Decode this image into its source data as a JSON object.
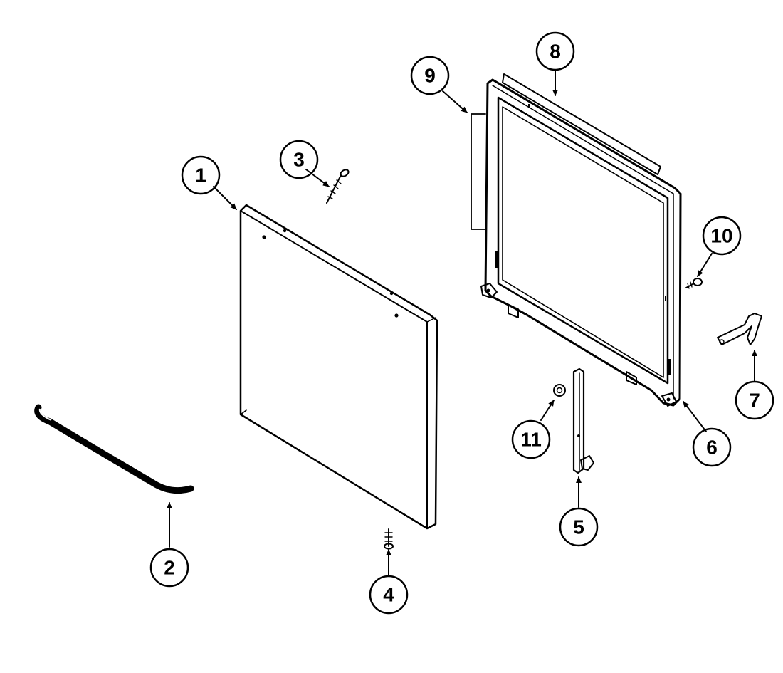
{
  "diagram": {
    "colors": {
      "ink": "#000000",
      "background": "#ffffff",
      "part_fill": "#ffffff"
    },
    "callouts": [
      {
        "id": "1",
        "label": "1"
      },
      {
        "id": "2",
        "label": "2"
      },
      {
        "id": "3",
        "label": "3"
      },
      {
        "id": "4",
        "label": "4"
      },
      {
        "id": "5",
        "label": "5"
      },
      {
        "id": "6",
        "label": "6"
      },
      {
        "id": "7",
        "label": "7"
      },
      {
        "id": "8",
        "label": "8"
      },
      {
        "id": "9",
        "label": "9"
      },
      {
        "id": "10",
        "label": "10"
      },
      {
        "id": "11",
        "label": "11"
      }
    ]
  }
}
